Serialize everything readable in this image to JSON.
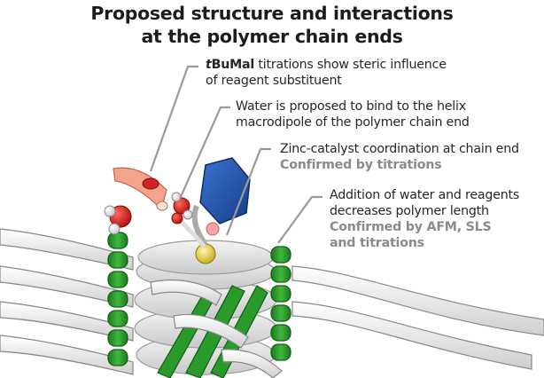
{
  "title": {
    "line1": "Proposed structure and interactions",
    "line2": "at the polymer chain ends"
  },
  "annotations": [
    {
      "id": "tbumal",
      "lines": [
        "titrations show steric influence",
        "of reagent substituent"
      ],
      "prefix_italic": "t",
      "prefix_bold": "BuMal",
      "confirmed": []
    },
    {
      "id": "water",
      "lines": [
        "Water is proposed to bind to the helix",
        "macrodipole of the polymer chain end"
      ],
      "confirmed": []
    },
    {
      "id": "zinc",
      "lines": [
        "Zinc-catalyst coordination at chain end"
      ],
      "confirmed": [
        "Confirmed by titrations"
      ]
    },
    {
      "id": "length",
      "lines": [
        "Addition of water and reagents",
        "decreases polymer length"
      ],
      "confirmed": [
        "Confirmed by AFM, SLS",
        "and titrations"
      ]
    }
  ],
  "colors": {
    "leader": "#999999",
    "green": "#2a9a2a",
    "disc": "#e8e8e8",
    "catalyst": "#1f4fa8",
    "reagent": "#f39a80",
    "zinc": "#f0d43a",
    "oxygen": "#d22020"
  }
}
